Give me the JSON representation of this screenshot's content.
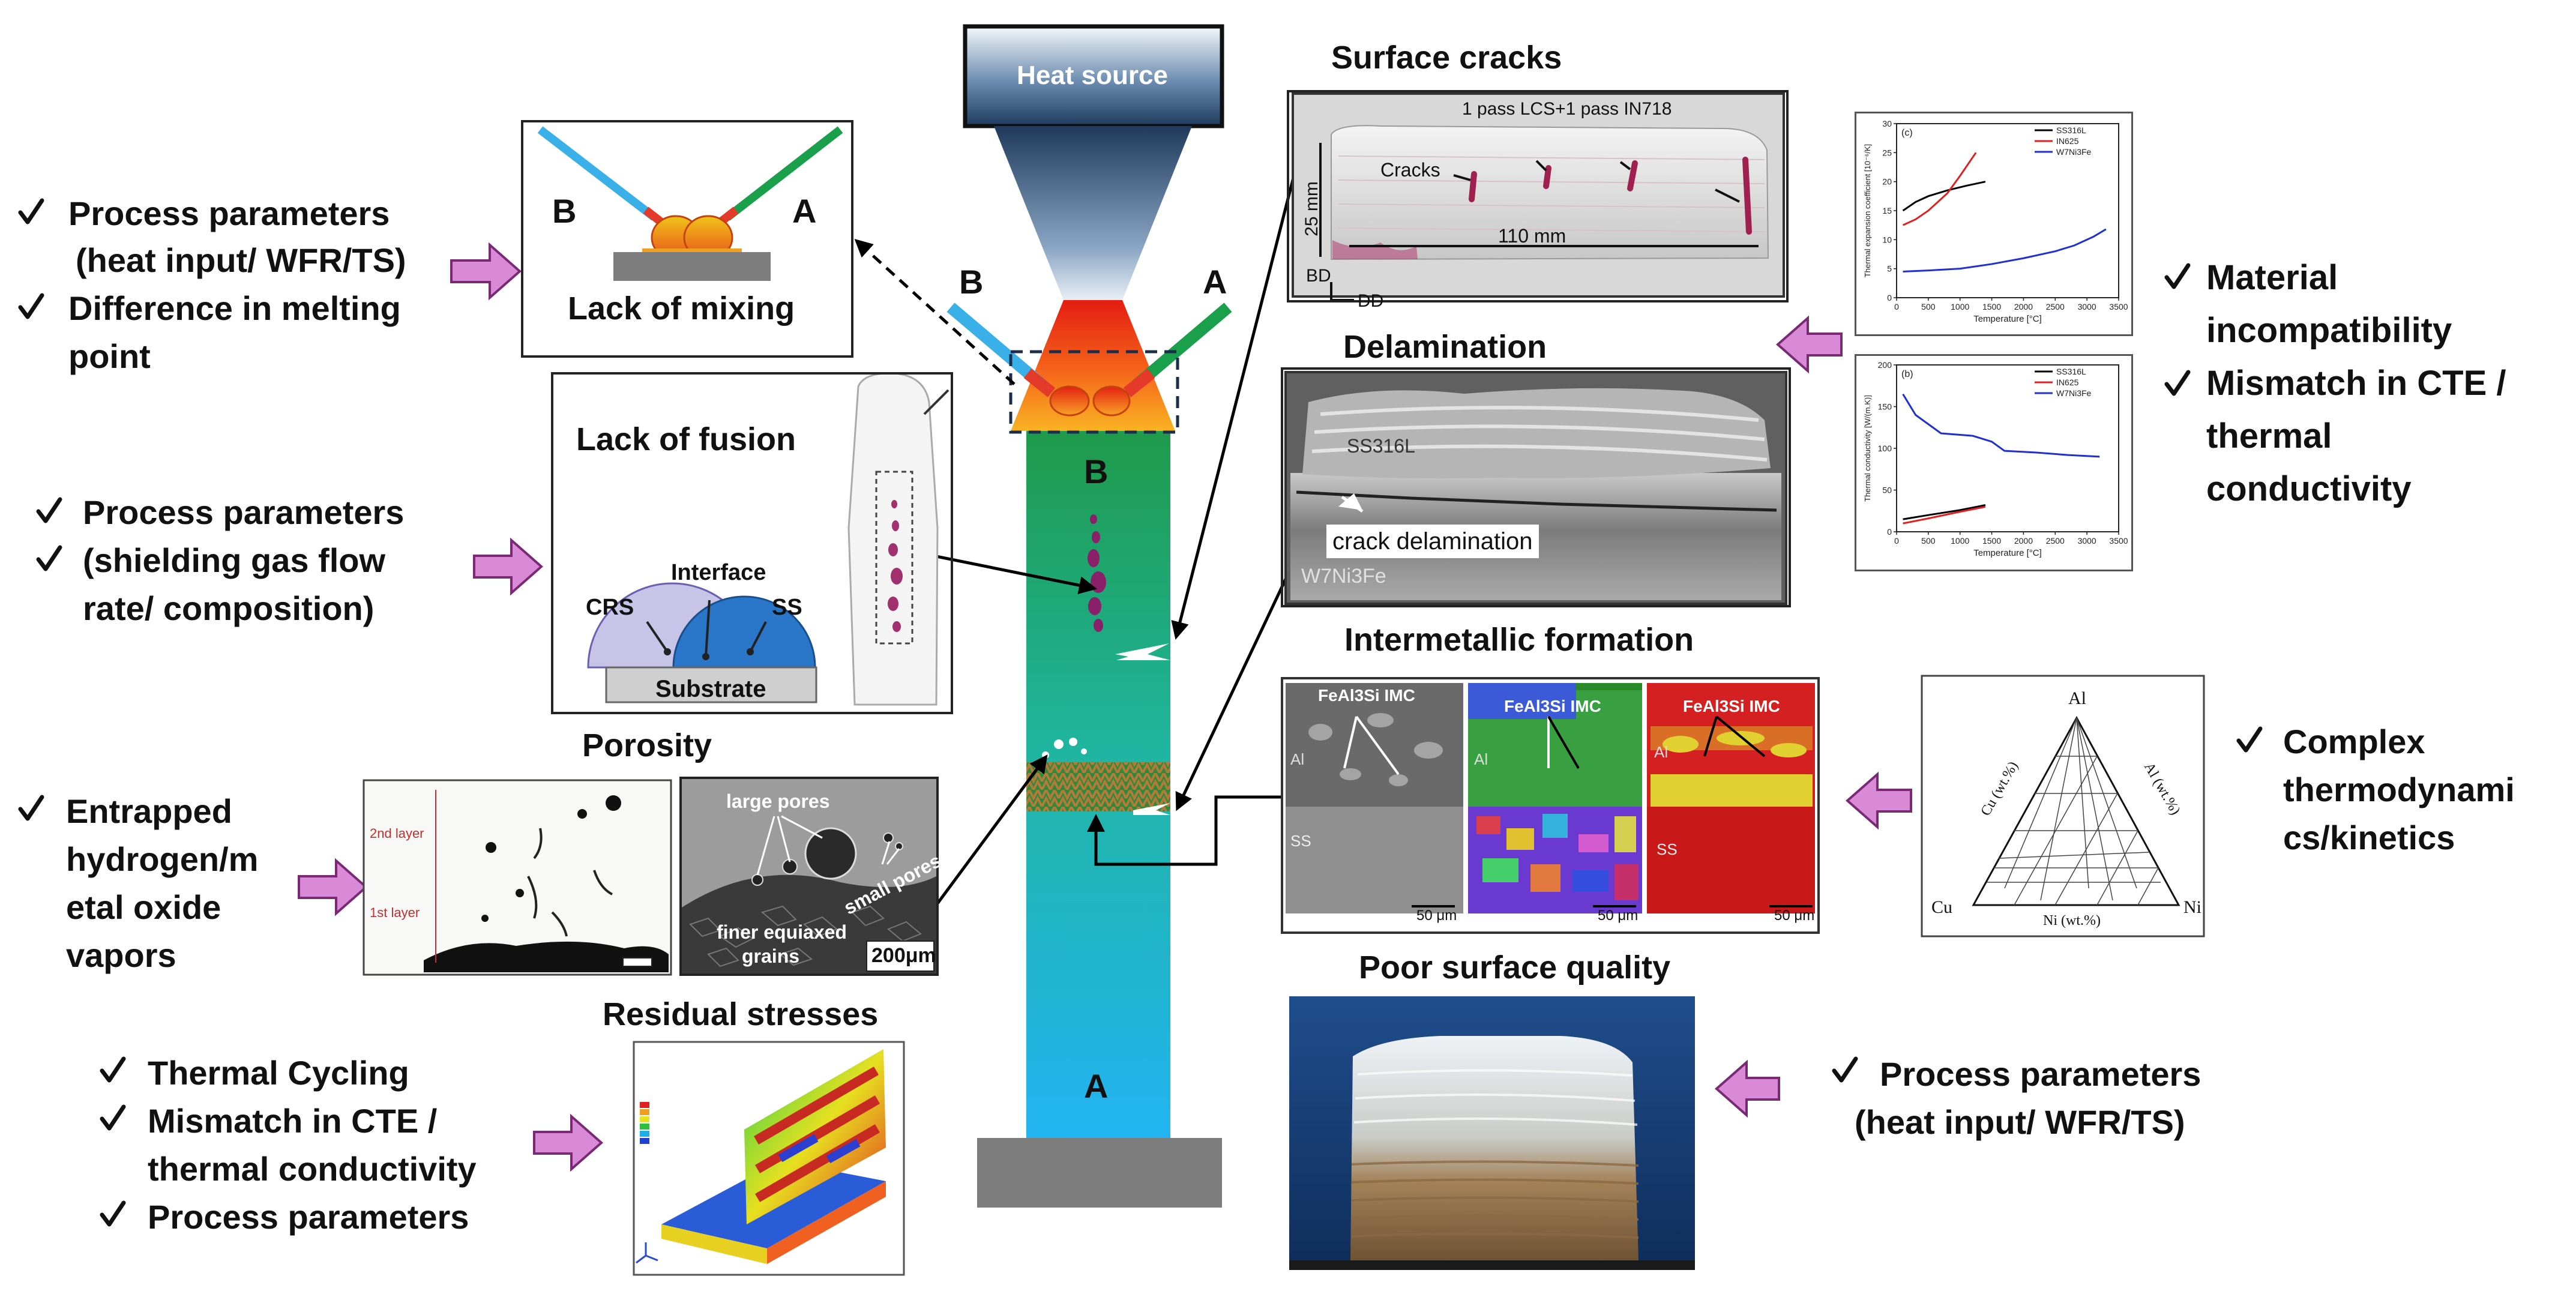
{
  "colors": {
    "arrow_pink": "#d98ad6",
    "column_top": "#1e9d4a",
    "column_bottom": "#22b8f0",
    "wire_b": "#3ab0e8",
    "wire_a": "#1aa04a",
    "plate": "#7d7d7d"
  },
  "icons": {
    "check": "check-icon",
    "arrow": "pink-arrow-icon",
    "crack": "crack-icon"
  },
  "center": {
    "heat_source": "Heat source",
    "label_b_left": "B",
    "label_a_right": "A",
    "deposit_b": "B",
    "deposit_a": "A"
  },
  "lack_of_mixing": {
    "title": "Lack of mixing",
    "label_b": "B",
    "label_a": "A",
    "causes": [
      "Process parameters",
      "(heat input/ WFR/TS)",
      "Difference in melting",
      "point"
    ]
  },
  "lack_of_fusion": {
    "title": "Lack of fusion",
    "interface": "Interface",
    "crs": "CRS",
    "ss": "SS",
    "substrate": "Substrate",
    "causes": [
      "Process parameters",
      "(shielding gas flow",
      "rate/ composition)"
    ]
  },
  "porosity": {
    "title": "Porosity",
    "layer2": "2nd layer",
    "layer1": "1st layer",
    "large_pores": "large pores",
    "small_pores": "small pores",
    "finer_grains": "finer equiaxed",
    "grains": "grains",
    "scale": "200μm",
    "causes": [
      "Entrapped",
      "hydrogen/m",
      "etal oxide",
      "vapors"
    ]
  },
  "residual": {
    "title": "Residual stresses",
    "causes": [
      "Thermal Cycling",
      "Mismatch in CTE /",
      "thermal conductivity",
      "Process parameters"
    ]
  },
  "surface_cracks": {
    "title": "Surface cracks",
    "caption": "1 pass LCS+1 pass IN718",
    "cracks": "Cracks",
    "height": "25 mm",
    "width": "110 mm",
    "bd": "BD",
    "dd": "DD"
  },
  "delamination": {
    "title": "Delamination",
    "top_label": "SS316L",
    "crack": "crack delamination",
    "bottom_label": "W7Ni3Fe"
  },
  "material": {
    "causes": [
      "Material",
      "incompatibility",
      "Mismatch in CTE /",
      "thermal",
      "conductivity"
    ]
  },
  "intermetallic": {
    "title": "Intermetallic formation",
    "imc": "FeAl3Si IMC",
    "al": "Al",
    "ss": "SS",
    "scale": "50 μm",
    "causes": [
      "Complex",
      "thermodynami",
      "cs/kinetics"
    ]
  },
  "ternary": {
    "al": "Al",
    "cu": "Cu",
    "ni": "Ni",
    "left_axis": "Cu (wt.%)",
    "right_axis": "Al (wt.%)",
    "bottom_axis": "Ni (wt.%)"
  },
  "surface_quality": {
    "title": "Poor surface quality",
    "causes": [
      "Process parameters",
      "(heat input/ WFR/TS)"
    ]
  },
  "chart_data": [
    {
      "type": "line",
      "panel_label": "(c)",
      "xlabel": "Temperature [°C]",
      "ylabel": "Thermal expansion coefficient [10⁻⁶/K]",
      "xlim": [
        0,
        3500
      ],
      "ylim": [
        0,
        30
      ],
      "xticks": [
        0,
        500,
        1000,
        1500,
        2000,
        2500,
        3000,
        3500
      ],
      "yticks": [
        0,
        5,
        10,
        15,
        20,
        25,
        30
      ],
      "series": [
        {
          "name": "SS316L",
          "color": "#000000",
          "x": [
            100,
            300,
            500,
            800,
            1100,
            1400
          ],
          "y": [
            15,
            16.5,
            17.5,
            18.5,
            19.3,
            20
          ]
        },
        {
          "name": "IN625",
          "color": "#e02020",
          "x": [
            100,
            300,
            500,
            800,
            1000,
            1250
          ],
          "y": [
            12.5,
            13.5,
            15,
            18,
            21,
            25
          ]
        },
        {
          "name": "W7Ni3Fe",
          "color": "#2030d0",
          "x": [
            100,
            500,
            1000,
            1500,
            2000,
            2500,
            2800,
            3100,
            3300
          ],
          "y": [
            4.5,
            4.7,
            5,
            5.8,
            6.8,
            8,
            9,
            10.5,
            11.8
          ]
        }
      ]
    },
    {
      "type": "line",
      "panel_label": "(b)",
      "xlabel": "Temperature [°C]",
      "ylabel": "Thermal conductivity [W/(m.K)]",
      "xlim": [
        0,
        3500
      ],
      "ylim": [
        0,
        200
      ],
      "xticks": [
        0,
        500,
        1000,
        1500,
        2000,
        2500,
        3000,
        3500
      ],
      "yticks": [
        0,
        50,
        100,
        150,
        200
      ],
      "series": [
        {
          "name": "SS316L",
          "color": "#000000",
          "x": [
            100,
            500,
            1000,
            1400
          ],
          "y": [
            15,
            20,
            26,
            32
          ]
        },
        {
          "name": "IN625",
          "color": "#e02020",
          "x": [
            100,
            500,
            1000,
            1400
          ],
          "y": [
            10,
            16,
            24,
            30
          ]
        },
        {
          "name": "W7Ni3Fe",
          "color": "#2030d0",
          "x": [
            100,
            300,
            700,
            1200,
            1500,
            1700,
            2200,
            2700,
            3200
          ],
          "y": [
            165,
            140,
            118,
            115,
            108,
            97,
            95,
            92,
            90
          ]
        }
      ]
    }
  ]
}
